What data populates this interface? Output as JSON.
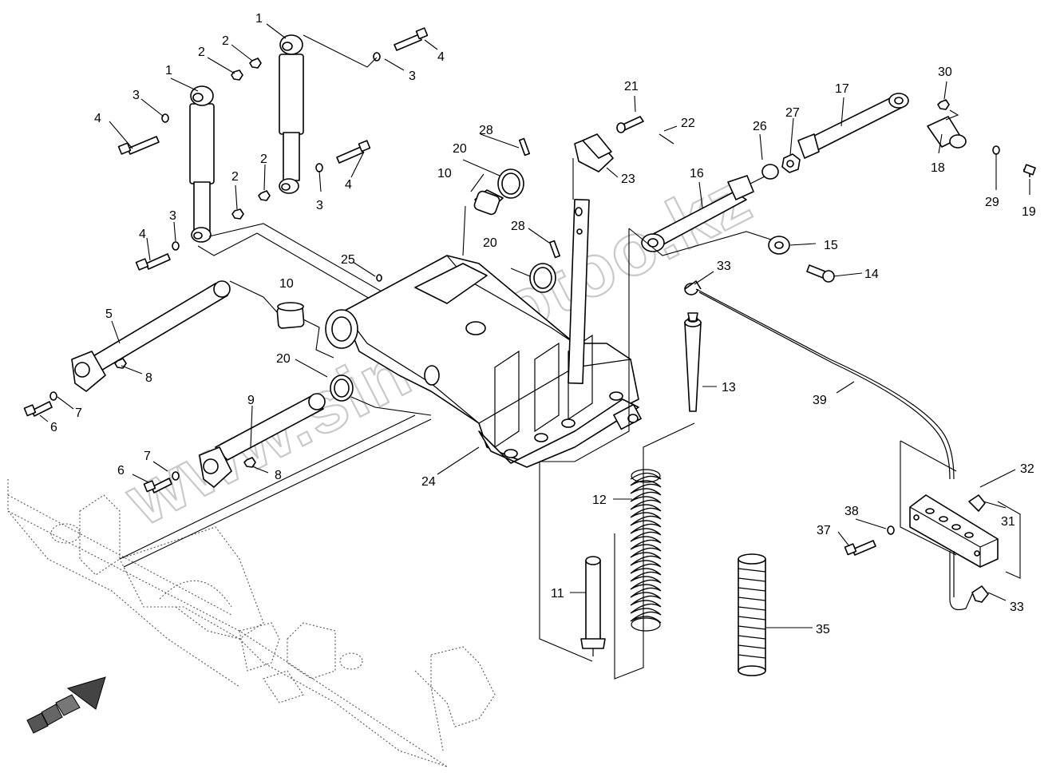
{
  "watermark": "www.sinomotoo.kz",
  "callouts": [
    {
      "key": "c1a",
      "text": "1"
    },
    {
      "key": "c1b",
      "text": "1"
    },
    {
      "key": "c2a",
      "text": "2"
    },
    {
      "key": "c2b",
      "text": "2"
    },
    {
      "key": "c2c",
      "text": "2"
    },
    {
      "key": "c2d",
      "text": "2"
    },
    {
      "key": "c3a",
      "text": "3"
    },
    {
      "key": "c3b",
      "text": "3"
    },
    {
      "key": "c3c",
      "text": "3"
    },
    {
      "key": "c3d",
      "text": "3"
    },
    {
      "key": "c4a",
      "text": "4"
    },
    {
      "key": "c4b",
      "text": "4"
    },
    {
      "key": "c4c",
      "text": "4"
    },
    {
      "key": "c4d",
      "text": "4"
    },
    {
      "key": "c5",
      "text": "5"
    },
    {
      "key": "c6a",
      "text": "6"
    },
    {
      "key": "c6b",
      "text": "6"
    },
    {
      "key": "c7a",
      "text": "7"
    },
    {
      "key": "c7b",
      "text": "7"
    },
    {
      "key": "c8a",
      "text": "8"
    },
    {
      "key": "c8b",
      "text": "8"
    },
    {
      "key": "c9",
      "text": "9"
    },
    {
      "key": "c10a",
      "text": "10"
    },
    {
      "key": "c10b",
      "text": "10"
    },
    {
      "key": "c11",
      "text": "11"
    },
    {
      "key": "c12",
      "text": "12"
    },
    {
      "key": "c13",
      "text": "13"
    },
    {
      "key": "c14",
      "text": "14"
    },
    {
      "key": "c15",
      "text": "15"
    },
    {
      "key": "c16",
      "text": "16"
    },
    {
      "key": "c17",
      "text": "17"
    },
    {
      "key": "c18",
      "text": "18"
    },
    {
      "key": "c19",
      "text": "19"
    },
    {
      "key": "c20a",
      "text": "20"
    },
    {
      "key": "c20b",
      "text": "20"
    },
    {
      "key": "c20c",
      "text": "20"
    },
    {
      "key": "c21",
      "text": "21"
    },
    {
      "key": "c22",
      "text": "22"
    },
    {
      "key": "c23",
      "text": "23"
    },
    {
      "key": "c24",
      "text": "24"
    },
    {
      "key": "c25",
      "text": "25"
    },
    {
      "key": "c26",
      "text": "26"
    },
    {
      "key": "c27",
      "text": "27"
    },
    {
      "key": "c28a",
      "text": "28"
    },
    {
      "key": "c28b",
      "text": "28"
    },
    {
      "key": "c29",
      "text": "29"
    },
    {
      "key": "c30",
      "text": "30"
    },
    {
      "key": "c31",
      "text": "31"
    },
    {
      "key": "c32",
      "text": "32"
    },
    {
      "key": "c33a",
      "text": "33"
    },
    {
      "key": "c33b",
      "text": "33"
    },
    {
      "key": "c35",
      "text": "35"
    },
    {
      "key": "c37",
      "text": "37"
    },
    {
      "key": "c38",
      "text": "38"
    },
    {
      "key": "c39",
      "text": "39"
    }
  ]
}
